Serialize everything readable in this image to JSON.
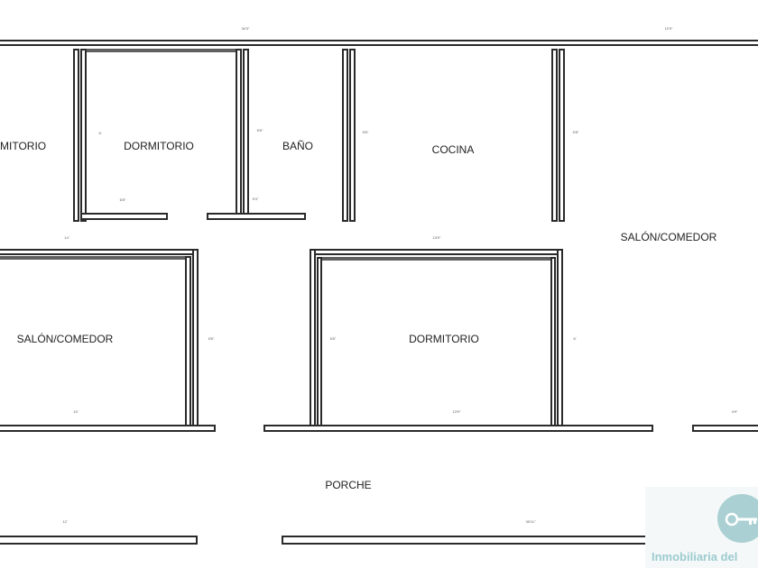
{
  "rooms": {
    "dormitorio_left_partial": "MITORIO",
    "dormitorio_1": "DORMITORIO",
    "bano": "BAÑO",
    "cocina": "COCINA",
    "salon_comedor_right": "SALÓN/COMEDOR",
    "salon_comedor_left": "SALÓN/COMEDOR",
    "dormitorio_2": "DORMITORIO",
    "porche": "PORCHE"
  },
  "dimensions": {
    "top_left": "34'3\"",
    "top_right": "12'9\"",
    "d1_h": "6'",
    "d1_w": "6'8\"",
    "bano_h": "5'6\"",
    "bano_w": "5'4\"",
    "cocina_h": "5'6\"",
    "salon_r_h": "5'8\"",
    "mid_left": "14'",
    "mid_center": "13'9\"",
    "salon_l_h": "5'6\"",
    "salon_l_w": "10'",
    "d2_h": "5'6\"",
    "d2_w": "13'9\"",
    "d2_side": "6'",
    "right_small": "4'9\"",
    "porche_left": "12'",
    "porche_right": "30'11\""
  },
  "watermark": {
    "brand": "Inmobiliaria del",
    "logo_icon": "key-icon"
  },
  "colors": {
    "wall": "#2a2a2a",
    "brand": "#8ec4c8"
  }
}
